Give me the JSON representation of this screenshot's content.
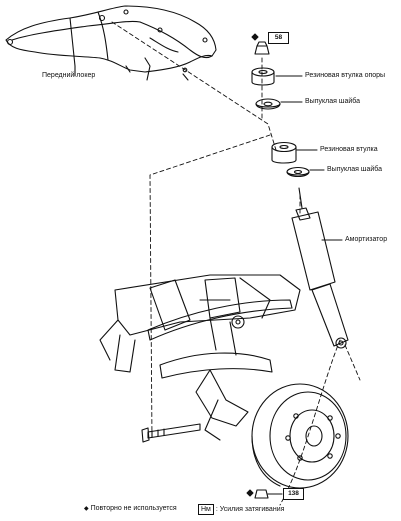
{
  "labels": {
    "front_fender_liner": "Передний локер",
    "upper_rubber_bushing": "Резиновая втулка опоры",
    "upper_convex_washer": "Выпуклая шайба",
    "lower_rubber_bushing": "Резиновая втулка",
    "lower_convex_washer": "Выпуклая шайба",
    "shock_absorber": "Амортизатор"
  },
  "torque": {
    "upper_nut": "58",
    "lower_bolt": "138"
  },
  "legend": {
    "diamond_symbol": "◆",
    "not_reusable": "Повторно не используется",
    "nm_symbol": "Нм",
    "tightening_torque": ": Усилия затягивания"
  }
}
